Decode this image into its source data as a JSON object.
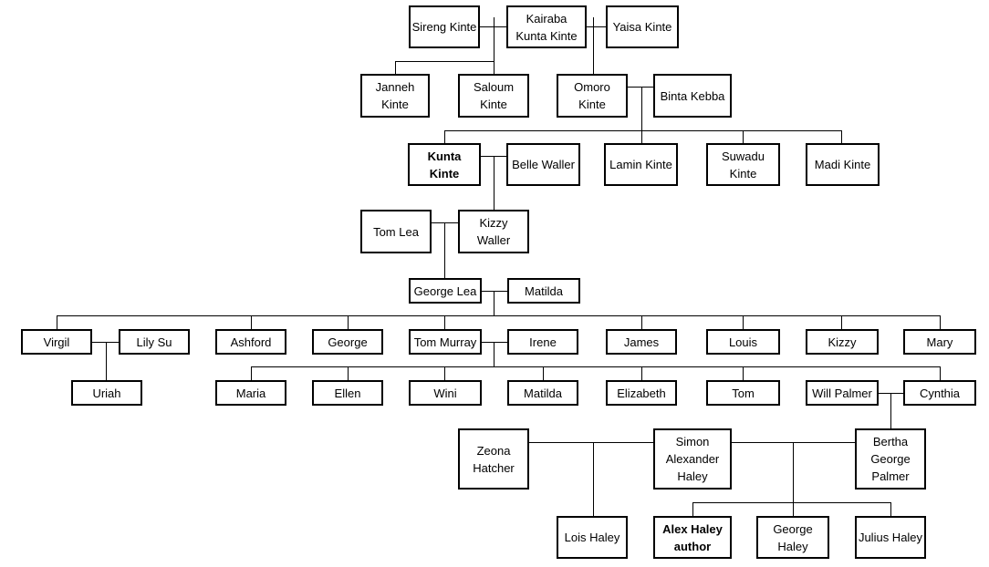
{
  "people": [
    {
      "id": "sireng",
      "label": "Sireng Kinte"
    },
    {
      "id": "kairaba",
      "label": "Kairaba\nKunta Kinte"
    },
    {
      "id": "yaisa",
      "label": "Yaisa Kinte"
    },
    {
      "id": "janneh",
      "label": "Janneh\nKinte"
    },
    {
      "id": "saloum",
      "label": "Saloum\nKinte"
    },
    {
      "id": "omoro",
      "label": "Omoro\nKinte"
    },
    {
      "id": "binta",
      "label": "Binta Kebba"
    },
    {
      "id": "kunta",
      "label": "Kunta\nKinte",
      "bold": true
    },
    {
      "id": "belle",
      "label": "Belle Waller"
    },
    {
      "id": "lamin",
      "label": "Lamin Kinte"
    },
    {
      "id": "suwadu",
      "label": "Suwadu\nKinte"
    },
    {
      "id": "madi",
      "label": "Madi Kinte"
    },
    {
      "id": "tomlea",
      "label": "Tom Lea"
    },
    {
      "id": "kizzyw",
      "label": "Kizzy\nWaller"
    },
    {
      "id": "georgelea",
      "label": "George Lea"
    },
    {
      "id": "matilda1",
      "label": "Matilda"
    },
    {
      "id": "virgil",
      "label": "Virgil"
    },
    {
      "id": "lilysu",
      "label": "Lily Su"
    },
    {
      "id": "ashford",
      "label": "Ashford"
    },
    {
      "id": "george1",
      "label": "George"
    },
    {
      "id": "tommurray",
      "label": "Tom Murray"
    },
    {
      "id": "irene",
      "label": "Irene"
    },
    {
      "id": "james",
      "label": "James"
    },
    {
      "id": "louis",
      "label": "Louis"
    },
    {
      "id": "kizzy2",
      "label": "Kizzy"
    },
    {
      "id": "mary",
      "label": "Mary"
    },
    {
      "id": "uriah",
      "label": "Uriah"
    },
    {
      "id": "maria",
      "label": "Maria"
    },
    {
      "id": "ellen",
      "label": "Ellen"
    },
    {
      "id": "wini",
      "label": "Wini"
    },
    {
      "id": "matilda2",
      "label": "Matilda"
    },
    {
      "id": "elizabeth",
      "label": "Elizabeth"
    },
    {
      "id": "tom2",
      "label": "Tom"
    },
    {
      "id": "willpalmer",
      "label": "Will Palmer"
    },
    {
      "id": "cynthia",
      "label": "Cynthia"
    },
    {
      "id": "zeona",
      "label": "Zeona\nHatcher"
    },
    {
      "id": "simon",
      "label": "Simon\nAlexander\nHaley"
    },
    {
      "id": "bertha",
      "label": "Bertha\nGeorge\nPalmer"
    },
    {
      "id": "lois",
      "label": "Lois Haley"
    },
    {
      "id": "alex",
      "label": "Alex Haley\nauthor",
      "bold": true
    },
    {
      "id": "georgehaley",
      "label": "George\nHaley"
    },
    {
      "id": "julius",
      "label": "Julius Haley"
    }
  ]
}
